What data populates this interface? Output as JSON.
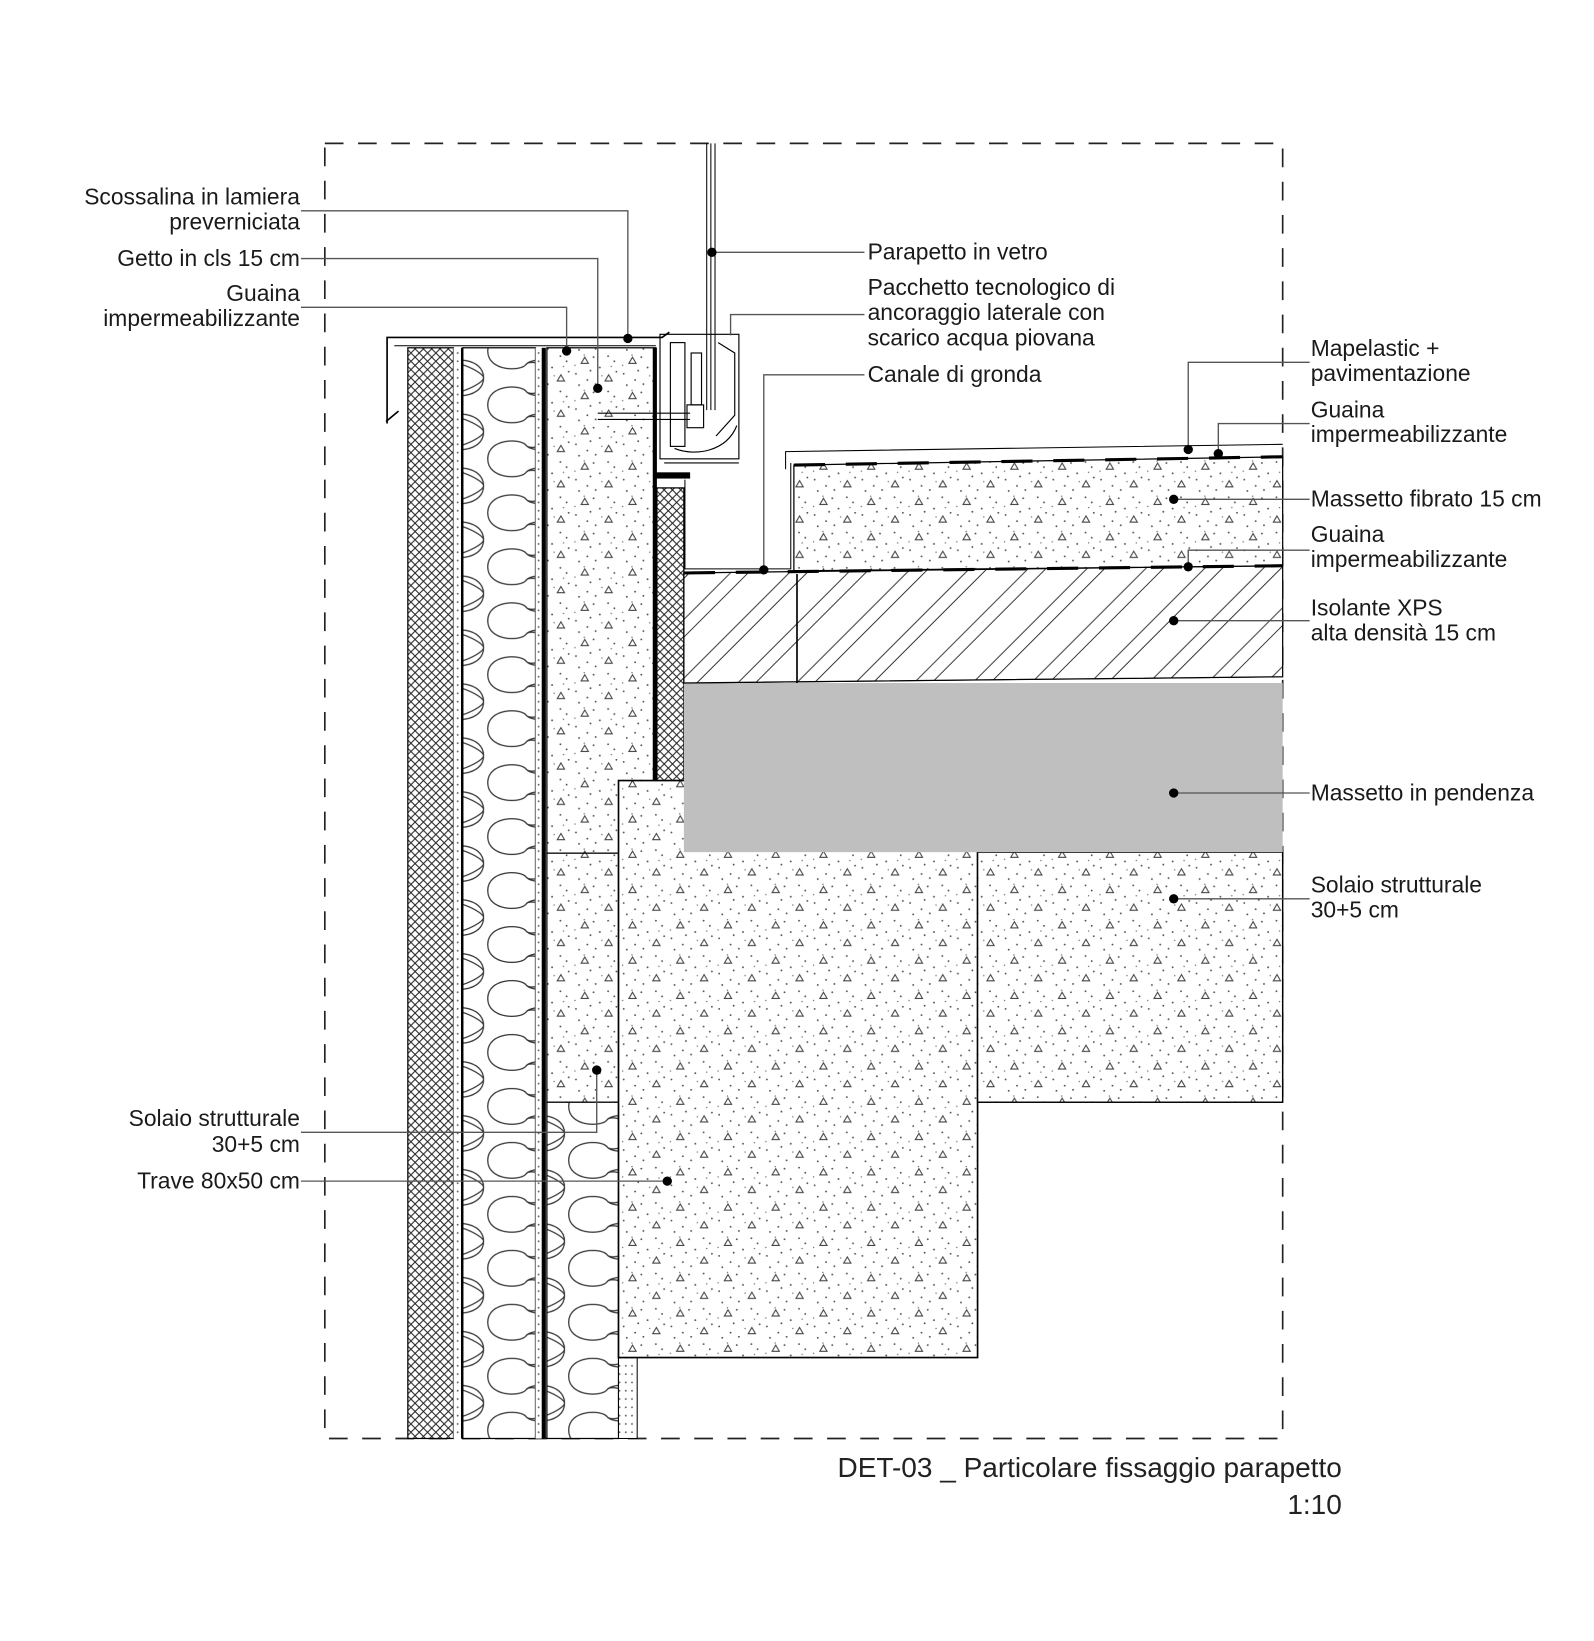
{
  "drawing": {
    "title": "DET-03 _ Particolare fissaggio parapetto",
    "scale": "1:10",
    "colors": {
      "line": "#000000",
      "leader": "#555555",
      "massetto_pendenza_fill": "#bfbfbf",
      "background": "#ffffff"
    },
    "labels_left": [
      {
        "lines": [
          "Scossalina in lamiera",
          "preverniciata"
        ]
      },
      {
        "lines": [
          "Getto in cls 15 cm"
        ]
      },
      {
        "lines": [
          "Guaina",
          "impermeabilizzante"
        ]
      },
      {
        "lines": [
          "Solaio strutturale",
          "30+5 cm"
        ]
      },
      {
        "lines": [
          "Trave 80x50 cm"
        ]
      }
    ],
    "labels_center": [
      {
        "lines": [
          "Parapetto in vetro"
        ]
      },
      {
        "lines": [
          "Pacchetto tecnologico di",
          "ancoraggio laterale con",
          "scarico acqua piovana"
        ]
      },
      {
        "lines": [
          "Canale di gronda"
        ]
      }
    ],
    "labels_right": [
      {
        "lines": [
          "Mapelastic +",
          "pavimentazione"
        ]
      },
      {
        "lines": [
          "Guaina",
          "impermeabilizzante"
        ]
      },
      {
        "lines": [
          "Massetto fibrato 15 cm"
        ]
      },
      {
        "lines": [
          "Guaina",
          "impermeabilizzante"
        ]
      },
      {
        "lines": [
          "Isolante XPS",
          "alta densità 15 cm"
        ]
      },
      {
        "lines": [
          "Massetto in pendenza"
        ]
      },
      {
        "lines": [
          "Solaio strutturale",
          "30+5 cm"
        ]
      }
    ]
  }
}
